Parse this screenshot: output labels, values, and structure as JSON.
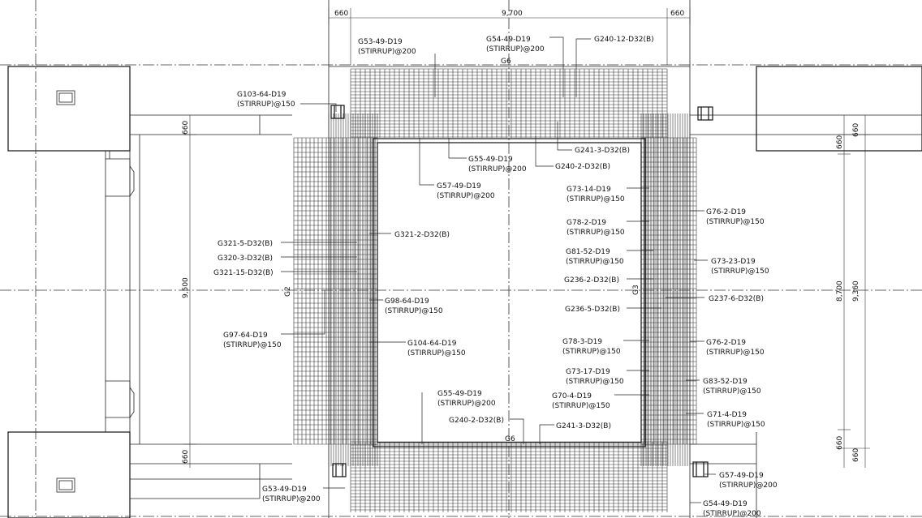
{
  "dimensions": {
    "top_left": "660",
    "top_mid": "9,700",
    "top_right": "660",
    "left_top": "660",
    "left_mid": "9,500",
    "left_bottom": "660",
    "right_top_a": "660",
    "right_top_b": "660",
    "right_mid_a": "8,700",
    "right_mid_b": "9,360",
    "right_bottom_a": "660",
    "right_bottom_b": "660"
  },
  "gridlines": {
    "g6_top": "G6",
    "g6_bottom": "G6",
    "g2": "G2",
    "g3": "G3"
  },
  "labels": [
    {
      "l1": "G53-49-D19",
      "l2": "(STIRRUP)@200"
    },
    {
      "l1": "G54-49-D19",
      "l2": "(STIRRUP)@200"
    },
    {
      "l1": "G240-12-D32(B)",
      "l2": ""
    },
    {
      "l1": "G103-64-D19",
      "l2": "(STIRRUP)@150"
    },
    {
      "l1": "G241-3-D32(B)",
      "l2": ""
    },
    {
      "l1": "G55-49-D19",
      "l2": "(STIRRUP)@200"
    },
    {
      "l1": "G240-2-D32(B)",
      "l2": ""
    },
    {
      "l1": "G57-49-D19",
      "l2": "(STIRRUP)@200"
    },
    {
      "l1": "G73-14-D19",
      "l2": "(STIRRUP)@150"
    },
    {
      "l1": "G76-2-D19",
      "l2": "(STIRRUP)@150"
    },
    {
      "l1": "G78-2-D19",
      "l2": "(STIRRUP)@150"
    },
    {
      "l1": "G321-2-D32(B)",
      "l2": ""
    },
    {
      "l1": "G321-5-D32(B)",
      "l2": ""
    },
    {
      "l1": "G320-3-D32(B)",
      "l2": ""
    },
    {
      "l1": "G321-15-D32(B)",
      "l2": ""
    },
    {
      "l1": "G81-52-D19",
      "l2": "(STIRRUP)@150"
    },
    {
      "l1": "G73-23-D19",
      "l2": "(STIRRUP)@150"
    },
    {
      "l1": "G236-2-D32(B)",
      "l2": ""
    },
    {
      "l1": "G98-64-D19",
      "l2": "(STIRRUP)@150"
    },
    {
      "l1": "G237-6-D32(B)",
      "l2": ""
    },
    {
      "l1": "G236-5-D32(B)",
      "l2": ""
    },
    {
      "l1": "G97-64-D19",
      "l2": "(STIRRUP)@150"
    },
    {
      "l1": "G104-64-D19",
      "l2": "(STIRRUP)@150"
    },
    {
      "l1": "G78-3-D19",
      "l2": "(STIRRUP)@150"
    },
    {
      "l1": "G76-2-D19",
      "l2": "(STIRRUP)@150"
    },
    {
      "l1": "G73-17-D19",
      "l2": "(STIRRUP)@150"
    },
    {
      "l1": "G83-52-D19",
      "l2": "(STIRRUP)@150"
    },
    {
      "l1": "G55-49-D19",
      "l2": "(STIRRUP)@200"
    },
    {
      "l1": "G70-4-D19",
      "l2": "(STIRRUP)@150"
    },
    {
      "l1": "G71-4-D19",
      "l2": "(STIRRUP)@150"
    },
    {
      "l1": "G240-2-D32(B)",
      "l2": ""
    },
    {
      "l1": "G241-3-D32(B)",
      "l2": ""
    },
    {
      "l1": "G57-49-D19",
      "l2": "(STIRRUP)@200"
    },
    {
      "l1": "G53-49-D19",
      "l2": "(STIRRUP)@200"
    },
    {
      "l1": "G54-49-D19",
      "l2": "(STIRRUP)@200"
    }
  ]
}
